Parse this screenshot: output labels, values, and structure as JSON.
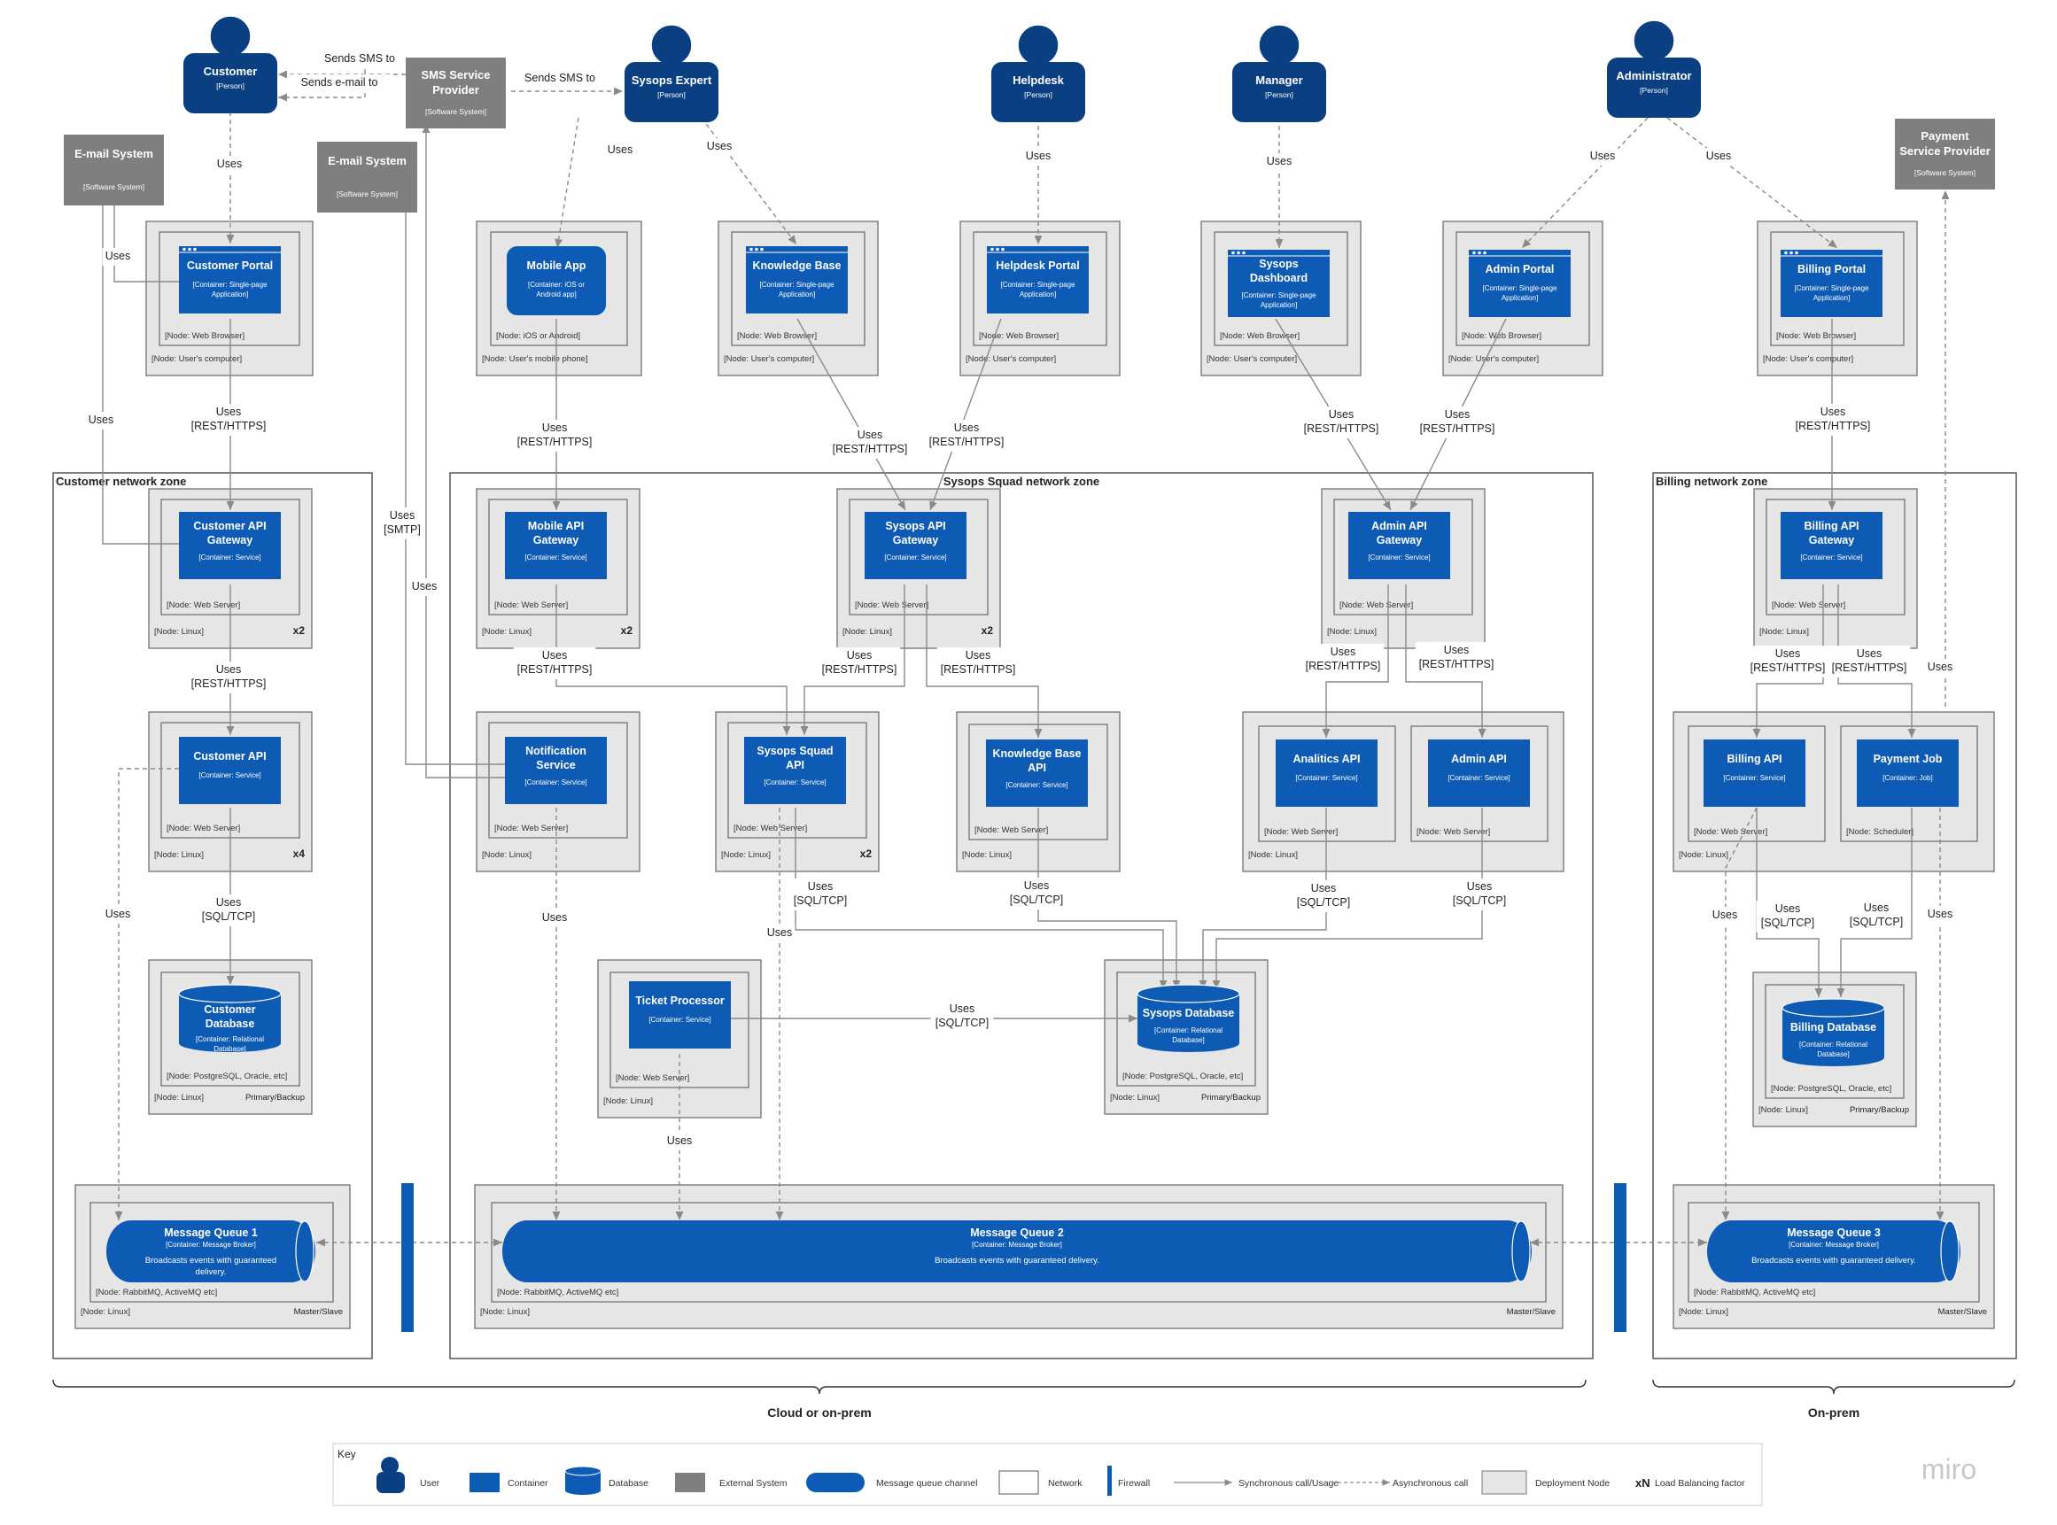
{
  "colors": {
    "container": "#0d5bb5",
    "person": "#0a3f82",
    "external": "#7f7f7f",
    "node_fill": "#e6e6e6",
    "node_stroke": "#7a7a7a",
    "arrow": "#8a8a8a",
    "firewall": "#0d5bb5"
  },
  "persons": [
    {
      "id": "customer",
      "name": "Customer",
      "type": "[Person]"
    },
    {
      "id": "sysops",
      "name": "Sysops Expert",
      "type": "[Person]"
    },
    {
      "id": "helpdesk",
      "name": "Helpdesk",
      "type": "[Person]"
    },
    {
      "id": "manager",
      "name": "Manager",
      "type": "[Person]"
    },
    {
      "id": "admin",
      "name": "Administrator",
      "type": "[Person]"
    }
  ],
  "external_systems": [
    {
      "id": "sms",
      "name": [
        "SMS Service",
        "Provider"
      ],
      "type": "[Software System]"
    },
    {
      "id": "email1",
      "name": [
        "E-mail System"
      ],
      "type": "[Software System]"
    },
    {
      "id": "email2",
      "name": [
        "E-mail System"
      ],
      "type": "[Software System]"
    },
    {
      "id": "payment",
      "name": [
        "Payment",
        "Service Provider"
      ],
      "type": "[Software System]"
    }
  ],
  "zones": [
    {
      "id": "customer",
      "label": "Customer network zone"
    },
    {
      "id": "sysops",
      "label": "Sysops Squad network zone"
    },
    {
      "id": "billing",
      "label": "Billing network zone"
    }
  ],
  "nodes": [
    {
      "id": "n_cp_outer",
      "label": "[Node: User's computer]"
    },
    {
      "id": "n_cp_inner",
      "label": "[Node: Web Browser]"
    },
    {
      "id": "n_ma_outer",
      "label": "[Node: User's mobile phone]"
    },
    {
      "id": "n_ma_inner",
      "label": "[Node: iOS or Android]"
    },
    {
      "id": "n_kb_outer",
      "label": "[Node: User's computer]"
    },
    {
      "id": "n_kb_inner",
      "label": "[Node: Web Browser]"
    },
    {
      "id": "n_hp_outer",
      "label": "[Node: User's computer]"
    },
    {
      "id": "n_hp_inner",
      "label": "[Node: Web Browser]"
    },
    {
      "id": "n_sd_outer",
      "label": "[Node: User's computer]"
    },
    {
      "id": "n_sd_inner",
      "label": "[Node: Web Browser]"
    },
    {
      "id": "n_ap_outer",
      "label": "[Node: User's computer]"
    },
    {
      "id": "n_ap_inner",
      "label": "[Node: Web Browser]"
    },
    {
      "id": "n_bp_outer",
      "label": "[Node: User's computer]"
    },
    {
      "id": "n_bp_inner",
      "label": "[Node: Web Browser]"
    },
    {
      "id": "n_cag_outer",
      "label": "[Node: Linux]",
      "factor": "x2"
    },
    {
      "id": "n_cag_inner",
      "label": "[Node: Web Server]"
    },
    {
      "id": "n_mag_outer",
      "label": "[Node: Linux]",
      "factor": "x2"
    },
    {
      "id": "n_mag_inner",
      "label": "[Node: Web Server]"
    },
    {
      "id": "n_sag_outer",
      "label": "[Node: Linux]",
      "factor": "x2"
    },
    {
      "id": "n_sag_inner",
      "label": "[Node: Web Server]"
    },
    {
      "id": "n_aag_outer",
      "label": "[Node: Linux]"
    },
    {
      "id": "n_aag_inner",
      "label": "[Node: Web Server]"
    },
    {
      "id": "n_bag_outer",
      "label": "[Node: Linux]"
    },
    {
      "id": "n_bag_inner",
      "label": "[Node: Web Server]"
    },
    {
      "id": "n_capi_outer",
      "label": "[Node: Linux]",
      "factor": "x4"
    },
    {
      "id": "n_capi_inner",
      "label": "[Node: Web Server]"
    },
    {
      "id": "n_ns_outer",
      "label": "[Node: Linux]"
    },
    {
      "id": "n_ns_inner",
      "label": "[Node: Web Server]"
    },
    {
      "id": "n_ssa_outer",
      "label": "[Node: Linux]",
      "factor": "x2"
    },
    {
      "id": "n_ssa_inner",
      "label": "[Node: Web Server]"
    },
    {
      "id": "n_kba_outer",
      "label": "[Node: Linux]"
    },
    {
      "id": "n_kba_inner",
      "label": "[Node: Web Server]"
    },
    {
      "id": "n_an_outer",
      "label": "[Node: Linux]"
    },
    {
      "id": "n_an_inner",
      "label": "[Node: Web Server]"
    },
    {
      "id": "n_adm_inner",
      "label": "[Node: Web Server]"
    },
    {
      "id": "n_bil_outer",
      "label": "[Node: Linux]"
    },
    {
      "id": "n_bil_inner",
      "label": "[Node: Web Server]"
    },
    {
      "id": "n_pj_inner",
      "label": "[Node: Scheduler]"
    },
    {
      "id": "n_cdb_outer",
      "label": "[Node: Linux]",
      "factor": "Primary/Backup"
    },
    {
      "id": "n_cdb_inner",
      "label": "[Node: PostgreSQL, Oracle, etc]"
    },
    {
      "id": "n_tp_outer",
      "label": "[Node: Linux]"
    },
    {
      "id": "n_tp_inner",
      "label": "[Node: Web Server]"
    },
    {
      "id": "n_sdb_outer",
      "label": "[Node: Linux]",
      "factor": "Primary/Backup"
    },
    {
      "id": "n_sdb_inner",
      "label": "[Node: PostgreSQL, Oracle, etc]"
    },
    {
      "id": "n_bdb_outer",
      "label": "[Node: Linux]",
      "factor": "Primary/Backup"
    },
    {
      "id": "n_bdb_inner",
      "label": "[Node: PostgreSQL, Oracle, etc]"
    },
    {
      "id": "n_mq1_outer",
      "label": "[Node: Linux]",
      "factor": "Master/Slave"
    },
    {
      "id": "n_mq1_inner",
      "label": "[Node: RabbitMQ, ActiveMQ etc]"
    },
    {
      "id": "n_mq2_outer",
      "label": "[Node: Linux]",
      "factor": "Master/Slave"
    },
    {
      "id": "n_mq2_inner",
      "label": "[Node: RabbitMQ, ActiveMQ etc]"
    },
    {
      "id": "n_mq3_outer",
      "label": "[Node: Linux]",
      "factor": "Master/Slave"
    },
    {
      "id": "n_mq3_inner",
      "label": "[Node: RabbitMQ, ActiveMQ etc]"
    }
  ],
  "containers": [
    {
      "id": "customer_portal",
      "kind": "browser",
      "name": [
        "Customer Portal"
      ],
      "tech": [
        "[Container: Single-page",
        "Application]"
      ]
    },
    {
      "id": "mobile_app",
      "kind": "mobile",
      "name": [
        "Mobile App"
      ],
      "tech": [
        "[Container: iOS or",
        "Android app]"
      ]
    },
    {
      "id": "knowledge_base",
      "kind": "browser",
      "name": [
        "Knowledge Base"
      ],
      "tech": [
        "[Container: Single-page",
        "Application]"
      ]
    },
    {
      "id": "helpdesk_portal",
      "kind": "browser",
      "name": [
        "Helpdesk Portal"
      ],
      "tech": [
        "[Container: Single-page",
        "Application]"
      ]
    },
    {
      "id": "sysops_dashboard",
      "kind": "browser",
      "name": [
        "Sysops",
        "Dashboard"
      ],
      "tech": [
        "[Container: Single-page",
        "Application]"
      ]
    },
    {
      "id": "admin_portal",
      "kind": "browser",
      "name": [
        "Admin Portal"
      ],
      "tech": [
        "[Container: Single-page",
        "Application]"
      ]
    },
    {
      "id": "billing_portal",
      "kind": "browser",
      "name": [
        "Billing Portal"
      ],
      "tech": [
        "[Container: Single-page",
        "Application]"
      ]
    },
    {
      "id": "customer_api_gw",
      "kind": "service",
      "name": [
        "Customer API",
        "Gateway"
      ],
      "tech": [
        "[Container: Service]"
      ]
    },
    {
      "id": "mobile_api_gw",
      "kind": "service",
      "name": [
        "Mobile API",
        "Gateway"
      ],
      "tech": [
        "[Container: Service]"
      ]
    },
    {
      "id": "sysops_api_gw",
      "kind": "service",
      "name": [
        "Sysops API",
        "Gateway"
      ],
      "tech": [
        "[Container: Service]"
      ]
    },
    {
      "id": "admin_api_gw",
      "kind": "service",
      "name": [
        "Admin API",
        "Gateway"
      ],
      "tech": [
        "[Container: Service]"
      ]
    },
    {
      "id": "billing_api_gw",
      "kind": "service",
      "name": [
        "Billing API",
        "Gateway"
      ],
      "tech": [
        "[Container: Service]"
      ]
    },
    {
      "id": "customer_api",
      "kind": "service",
      "name": [
        "Customer API"
      ],
      "tech": [
        "[Container: Service]"
      ]
    },
    {
      "id": "notification",
      "kind": "service",
      "name": [
        "Notification",
        "Service"
      ],
      "tech": [
        "[Container: Service]"
      ]
    },
    {
      "id": "sysops_api",
      "kind": "service",
      "name": [
        "Sysops Squad",
        "API"
      ],
      "tech": [
        "[Container: Service]"
      ]
    },
    {
      "id": "kb_api",
      "kind": "service",
      "name": [
        "Knowledge Base",
        "API"
      ],
      "tech": [
        "[Container: Service]"
      ]
    },
    {
      "id": "analytics_api",
      "kind": "service",
      "name": [
        "Analitics API"
      ],
      "tech": [
        "[Container: Service]"
      ]
    },
    {
      "id": "admin_api",
      "kind": "service",
      "name": [
        "Admin API"
      ],
      "tech": [
        "[Container: Service]"
      ]
    },
    {
      "id": "billing_api",
      "kind": "service",
      "name": [
        "Billing API"
      ],
      "tech": [
        "[Container: Service]"
      ]
    },
    {
      "id": "payment_job",
      "kind": "service",
      "name": [
        "Payment Job"
      ],
      "tech": [
        "[Container: Job]"
      ]
    },
    {
      "id": "ticket_processor",
      "kind": "service",
      "name": [
        "Ticket Processor"
      ],
      "tech": [
        "[Container: Service]"
      ]
    },
    {
      "id": "customer_db",
      "kind": "database",
      "name": [
        "Customer",
        "Database"
      ],
      "tech": [
        "[Container: Relational",
        "Database]"
      ]
    },
    {
      "id": "sysops_db",
      "kind": "database",
      "name": [
        "Sysops Database"
      ],
      "tech": [
        "[Container: Relational",
        "Database]"
      ]
    },
    {
      "id": "billing_db",
      "kind": "database",
      "name": [
        "Billing Database"
      ],
      "tech": [
        "[Container: Relational",
        "Database]"
      ]
    },
    {
      "id": "mq1",
      "kind": "queue",
      "name": [
        "Message Queue 1"
      ],
      "tech": [
        "[Container: Message Broker]"
      ],
      "desc": [
        "Broadcasts events with guaranteed",
        "delivery."
      ]
    },
    {
      "id": "mq2",
      "kind": "queue",
      "name": [
        "Message Queue 2"
      ],
      "tech": [
        "[Container: Message Broker]"
      ],
      "desc": [
        "Broadcasts events with guaranteed delivery."
      ]
    },
    {
      "id": "mq3",
      "kind": "queue",
      "name": [
        "Message Queue 3"
      ],
      "tech": [
        "[Container: Message Broker]"
      ],
      "desc": [
        "Broadcasts events with guaranteed delivery."
      ]
    }
  ],
  "edge_labels": [
    {
      "id": "e_sms_cust",
      "lines": [
        "Sends SMS to"
      ]
    },
    {
      "id": "e_mail_cust",
      "lines": [
        "Sends e-mail to"
      ]
    },
    {
      "id": "e_sms_sys",
      "lines": [
        "Sends SMS to"
      ]
    },
    {
      "id": "e_cust_cp",
      "lines": [
        "Uses"
      ]
    },
    {
      "id": "e_cp_email",
      "lines": [
        "Uses"
      ]
    },
    {
      "id": "e_sys_ma",
      "lines": [
        "Uses"
      ]
    },
    {
      "id": "e_sys_kb",
      "lines": [
        "Uses"
      ]
    },
    {
      "id": "e_help_hp",
      "lines": [
        "Uses"
      ]
    },
    {
      "id": "e_man_sd",
      "lines": [
        "Uses"
      ]
    },
    {
      "id": "e_adm_ap",
      "lines": [
        "Uses"
      ]
    },
    {
      "id": "e_adm_bp",
      "lines": [
        "Uses"
      ]
    },
    {
      "id": "e_cp_cag",
      "lines": [
        "Uses",
        "[REST/HTTPS]"
      ]
    },
    {
      "id": "e_cag_email",
      "lines": [
        "Uses"
      ]
    },
    {
      "id": "e_ma_mag",
      "lines": [
        "Uses",
        "[REST/HTTPS]"
      ]
    },
    {
      "id": "e_kb_sag",
      "lines": [
        "Uses",
        "[REST/HTTPS]"
      ]
    },
    {
      "id": "e_hp_sag",
      "lines": [
        "Uses",
        "[REST/HTTPS]"
      ]
    },
    {
      "id": "e_sd_aag",
      "lines": [
        "Uses",
        "[REST/HTTPS]"
      ]
    },
    {
      "id": "e_ap_aag",
      "lines": [
        "Uses",
        "[REST/HTTPS]"
      ]
    },
    {
      "id": "e_bp_bag",
      "lines": [
        "Uses",
        "[REST/HTTPS]"
      ]
    },
    {
      "id": "e_ns_sms",
      "lines": [
        "Uses",
        "[SMTP]"
      ]
    },
    {
      "id": "e_ns_email",
      "lines": [
        "Uses"
      ]
    },
    {
      "id": "e_cag_capi",
      "lines": [
        "Uses",
        "[REST/HTTPS]"
      ]
    },
    {
      "id": "e_mag_ssa",
      "lines": [
        "Uses",
        "[REST/HTTPS]"
      ]
    },
    {
      "id": "e_sag_ssa",
      "lines": [
        "Uses",
        "[REST/HTTPS]"
      ]
    },
    {
      "id": "e_sag_kba",
      "lines": [
        "Uses",
        "[REST/HTTPS]"
      ]
    },
    {
      "id": "e_aag_an",
      "lines": [
        "Uses",
        "[REST/HTTPS]"
      ]
    },
    {
      "id": "e_aag_adm",
      "lines": [
        "Uses",
        "[REST/HTTPS]"
      ]
    },
    {
      "id": "e_bag_bil",
      "lines": [
        "Uses",
        "[REST/HTTPS]"
      ]
    },
    {
      "id": "e_bag_pj",
      "lines": [
        "Uses",
        "[REST/HTTPS]"
      ]
    },
    {
      "id": "e_pj_pay",
      "lines": [
        "Uses"
      ]
    },
    {
      "id": "e_capi_cdb",
      "lines": [
        "Uses",
        "[SQL/TCP]"
      ]
    },
    {
      "id": "e_capi_mq1",
      "lines": [
        "Uses"
      ]
    },
    {
      "id": "e_ns_mq2",
      "lines": [
        "Uses"
      ]
    },
    {
      "id": "e_ssa_sdb",
      "lines": [
        "Uses",
        "[SQL/TCP]"
      ]
    },
    {
      "id": "e_ssa_mq2",
      "lines": [
        "Uses"
      ]
    },
    {
      "id": "e_kba_sdb",
      "lines": [
        "Uses",
        "[SQL/TCP]"
      ]
    },
    {
      "id": "e_an_sdb",
      "lines": [
        "Uses",
        "[SQL/TCP]"
      ]
    },
    {
      "id": "e_adm_sdb",
      "lines": [
        "Uses",
        "[SQL/TCP]"
      ]
    },
    {
      "id": "e_tp_sdb",
      "lines": [
        "Uses",
        "[SQL/TCP]"
      ]
    },
    {
      "id": "e_tp_mq2",
      "lines": [
        "Uses"
      ]
    },
    {
      "id": "e_bil_bdb",
      "lines": [
        "Uses",
        "[SQL/TCP]"
      ]
    },
    {
      "id": "e_pj_bdb",
      "lines": [
        "Uses",
        "[SQL/TCP]"
      ]
    },
    {
      "id": "e_bil_mq3",
      "lines": [
        "Uses"
      ]
    },
    {
      "id": "e_pj_mq3",
      "lines": [
        "Uses"
      ]
    }
  ],
  "braces": [
    {
      "id": "cloud",
      "label": "Cloud or on-prem"
    },
    {
      "id": "onprem",
      "label": "On-prem"
    }
  ],
  "key": {
    "title": "Key",
    "items": [
      {
        "id": "user",
        "label": "User"
      },
      {
        "id": "container",
        "label": "Container"
      },
      {
        "id": "database",
        "label": "Database"
      },
      {
        "id": "external",
        "label": "External System"
      },
      {
        "id": "queue",
        "label": "Message queue channel"
      },
      {
        "id": "network",
        "label": "Network"
      },
      {
        "id": "firewall",
        "label": "Firewall"
      },
      {
        "id": "sync",
        "label": "Synchronous call/Usage"
      },
      {
        "id": "async",
        "label": "Asynchronous call"
      },
      {
        "id": "node",
        "label": "Deployment Node"
      },
      {
        "id": "factor",
        "label": "Load Balancing factor",
        "symbol": "xN"
      }
    ]
  },
  "watermark": "miro"
}
